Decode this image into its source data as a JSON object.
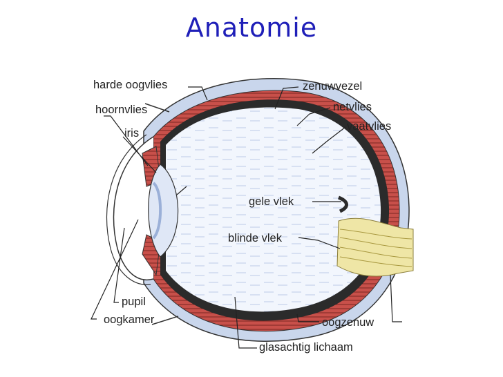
{
  "title": "Anatomie",
  "labels": {
    "harde_oogvlies": "harde oogvlies",
    "hoornvlies": "hoornvlies",
    "iris": "iris",
    "zenuwvezel": "zenuwvezel",
    "netvlies": "netvlies",
    "vaatvlies": "vaatvlies",
    "gele_vlek": "gele vlek",
    "blinde_vlek": "blinde vlek",
    "pupil": "pupil",
    "oogkamer": "oogkamer",
    "oogzenuw": "oogzenuw",
    "glasachtig_lichaam": "glasachtig lichaam"
  },
  "colors": {
    "title": "#1f1fb8",
    "sclera": "#c9d6ec",
    "choroid": "#c8504a",
    "retina": "#2b2b2b",
    "optic_nerve": "#efe6a6",
    "vitreous": "#f2f6fd",
    "lens": "#dfe7f6"
  }
}
